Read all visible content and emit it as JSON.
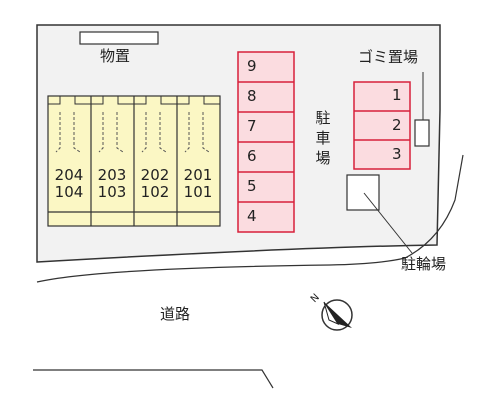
{
  "labels": {
    "storage": "物置",
    "garbage": "ゴミ置場",
    "parking": "駐車場",
    "bike_parking": "駐輪場",
    "road": "道路"
  },
  "parking_left": [
    "9",
    "8",
    "7",
    "6",
    "5",
    "4"
  ],
  "parking_right": [
    "1",
    "2",
    "3"
  ],
  "units": [
    {
      "upper": "204",
      "lower": "104"
    },
    {
      "upper": "203",
      "lower": "103"
    },
    {
      "upper": "202",
      "lower": "102"
    },
    {
      "upper": "201",
      "lower": "101"
    }
  ],
  "colors": {
    "building_fill": "#fbf7c4",
    "parking_fill": "#fbdce0",
    "parking_stroke": "#d8203a",
    "lot_fill": "#f2f2f2",
    "line": "#333333"
  },
  "compass": {
    "icon": "north-arrow-icon",
    "letter": "N"
  }
}
